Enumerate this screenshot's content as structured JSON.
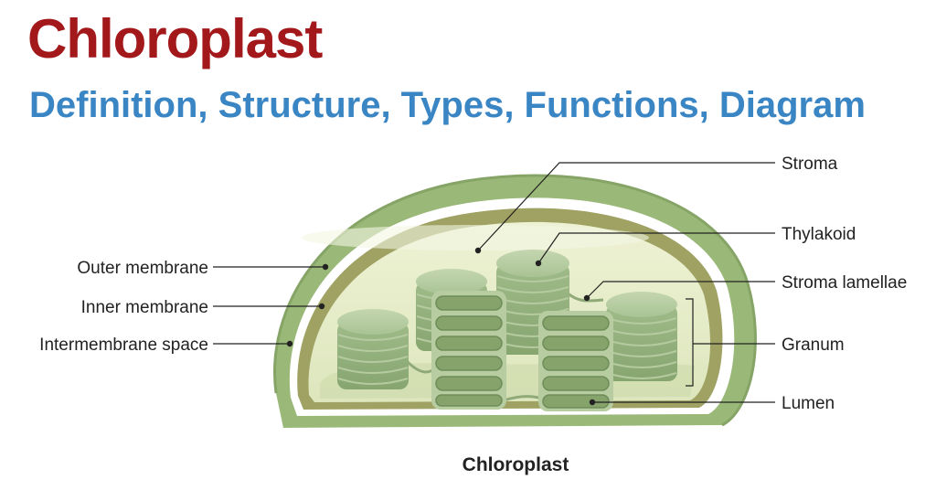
{
  "header": {
    "title": "Chloroplast",
    "subtitle": "Definition, Structure, Types, Functions, Diagram"
  },
  "labels": {
    "outer_membrane": "Outer membrane",
    "inner_membrane": "Inner membrane",
    "intermembrane_space": "Intermembrane space",
    "stroma": "Stroma",
    "thylakoid": "Thylakoid",
    "stroma_lamellae": "Stroma lamellae",
    "granum": "Granum",
    "lumen": "Lumen"
  },
  "caption": "Chloroplast",
  "colors": {
    "title": "#a3191b",
    "subtitle": "#3a86c4",
    "outer_membrane": "#8fae6f",
    "inner_membrane": "#9a9e5c",
    "stroma": "#dfe8c0",
    "thylakoid": "#9cb98a",
    "lumen": "#7c9a63"
  }
}
